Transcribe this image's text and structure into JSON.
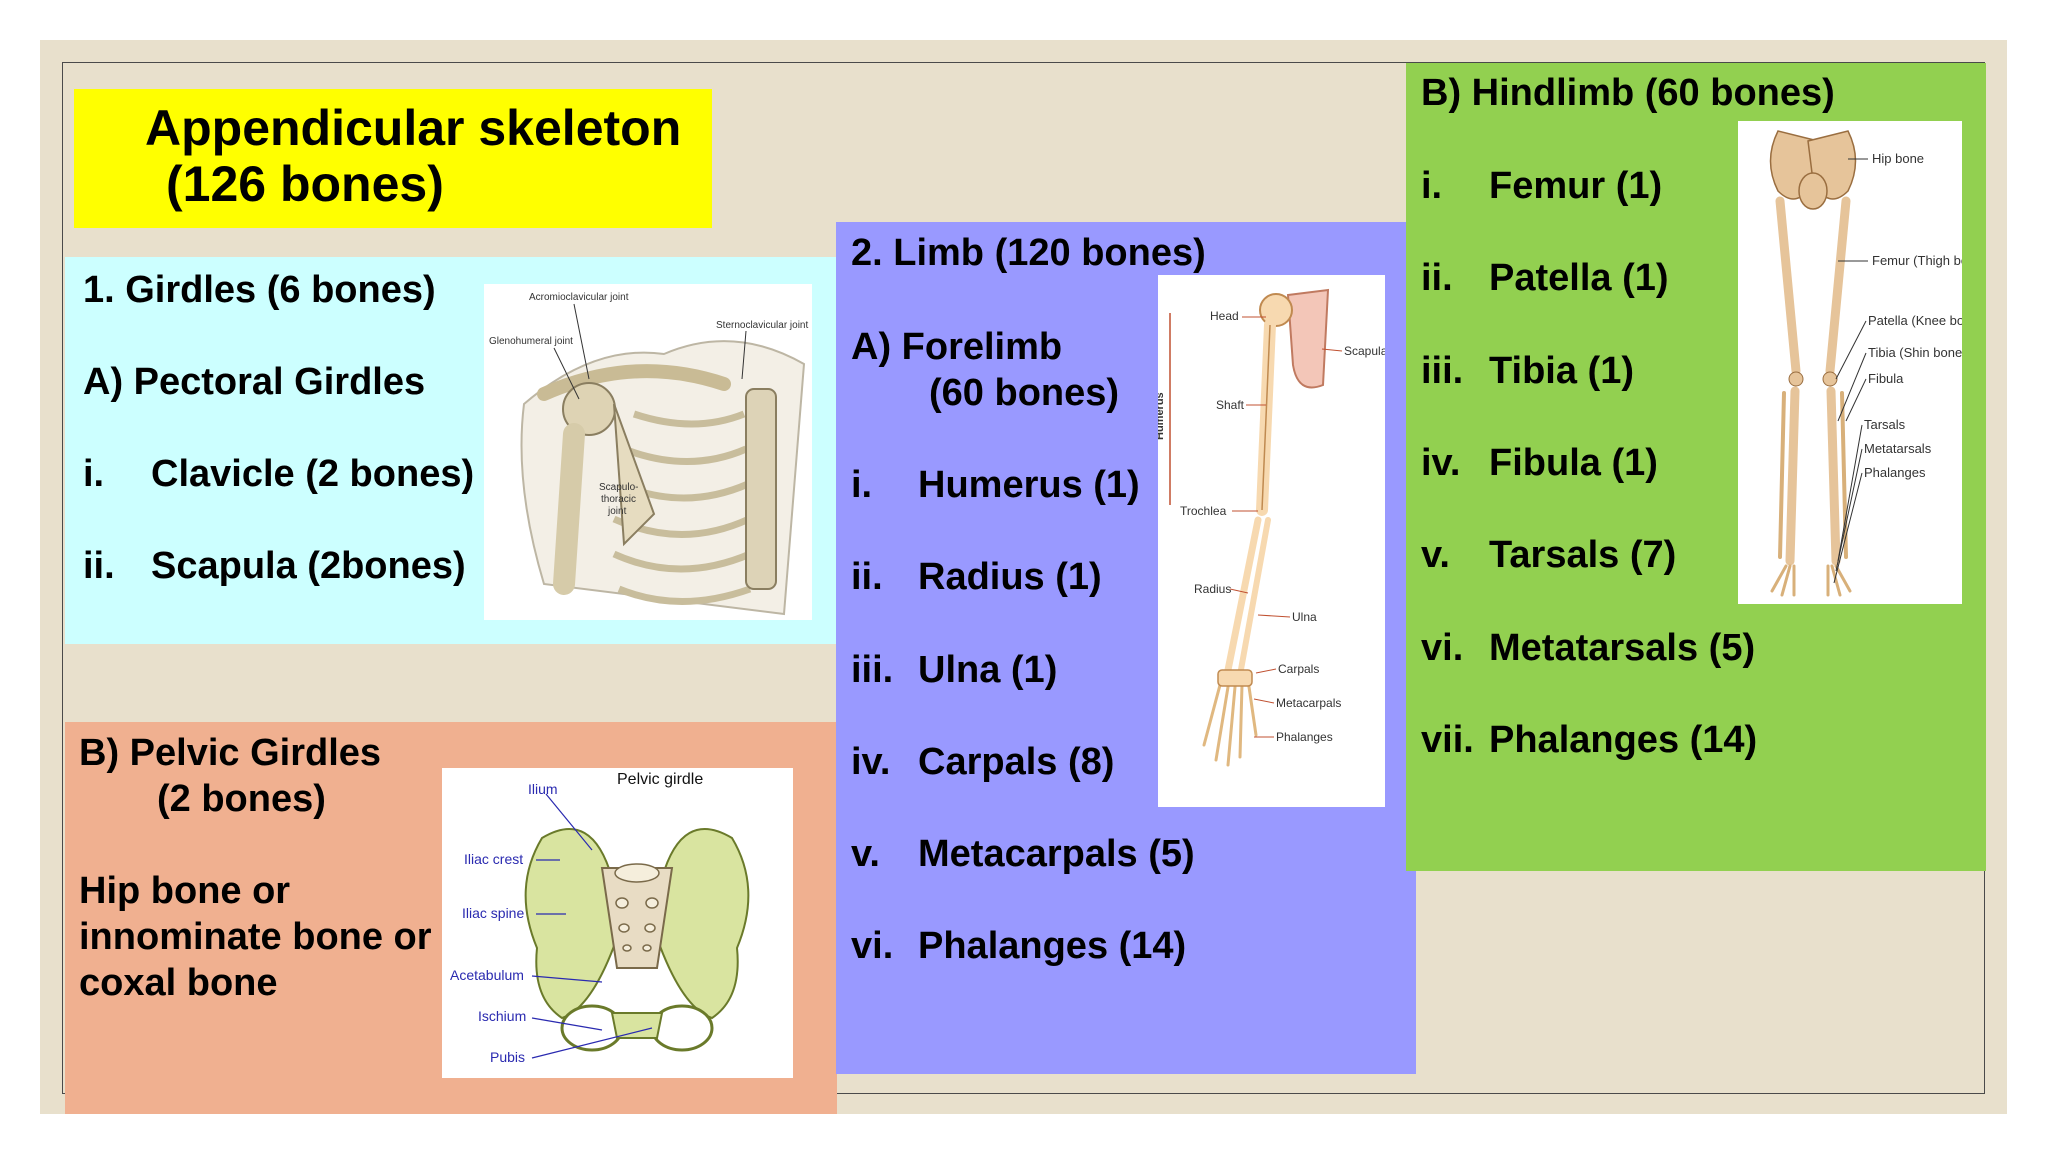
{
  "title": {
    "line1": "Appendicular skeleton",
    "line2": "(126 bones)"
  },
  "girdles": {
    "heading": "1. Girdles (6 bones)",
    "sub": "A)  Pectoral Girdles",
    "items": [
      {
        "num": "i.",
        "text": "Clavicle (2 bones)"
      },
      {
        "num": "ii.",
        "text": "Scapula (2bones)"
      }
    ],
    "image_labels": {
      "acromio": "Acromioclavicular joint",
      "gleno": "Glenohumeral joint",
      "sterno": "Sternoclavicular joint",
      "scapulo1": "Scapulo-",
      "scapulo2": "thoracic",
      "scapulo3": "joint"
    }
  },
  "pelvic": {
    "heading1": "B) Pelvic Girdles",
    "heading2": "(2 bones)",
    "desc": [
      "Hip bone or",
      "innominate bone or",
      "coxal bone"
    ],
    "image_labels": {
      "title": "Pelvic girdle",
      "ilium": "Ilium",
      "iliac_crest": "Iliac crest",
      "iliac_spine": "Iliac spine",
      "acetabulum": "Acetabulum",
      "ischium": "Ischium",
      "pubis": "Pubis"
    }
  },
  "limb": {
    "heading": "2. Limb (120 bones)",
    "sub1": "A)  Forelimb",
    "sub2": "(60 bones)",
    "items": [
      {
        "num": "i.",
        "text": "Humerus (1)"
      },
      {
        "num": "ii.",
        "text": "Radius (1)"
      },
      {
        "num": "iii.",
        "text": "Ulna (1)"
      },
      {
        "num": "iv.",
        "text": "Carpals (8)"
      },
      {
        "num": "v.",
        "text": "Metacarpals (5)"
      },
      {
        "num": "vi.",
        "text": "Phalanges (14)"
      }
    ],
    "image_labels": {
      "head": "Head",
      "shaft": "Shaft",
      "humerus": "Humerus",
      "trochlea": "Trochlea",
      "radius": "Radius",
      "scapula": "Scapula",
      "ulna": "Ulna",
      "carpals": "Carpals",
      "metacarpals": "Metacarpals",
      "phalanges": "Phalanges"
    }
  },
  "hindlimb": {
    "heading": "B) Hindlimb (60 bones)",
    "items": [
      {
        "num": "i.",
        "text": "Femur (1)"
      },
      {
        "num": "ii.",
        "text": "Patella (1)"
      },
      {
        "num": "iii.",
        "text": "Tibia (1)"
      },
      {
        "num": "iv.",
        "text": "Fibula (1)"
      },
      {
        "num": "v.",
        "text": "Tarsals (7)"
      },
      {
        "num": "vi.",
        "text": "Metatarsals (5)"
      },
      {
        "num": "vii.",
        "text": "Phalanges (14)"
      }
    ],
    "image_labels": {
      "hip": "Hip bone",
      "femur": "Femur (Thigh bone)",
      "patella": "Patella (Knee bone)",
      "tibia": "Tibia (Shin bone)",
      "fibula": "Fibula",
      "tarsals": "Tarsals",
      "metatarsals": "Metatarsals",
      "phalanges": "Phalanges"
    }
  },
  "colors": {
    "title_bg": "#ffff00",
    "girdles_bg": "#ccffff",
    "pelvic_bg": "#f0b090",
    "limb_bg": "#9999ff",
    "hind_bg": "#92d050",
    "slide_bg": "#e8e0cc"
  }
}
